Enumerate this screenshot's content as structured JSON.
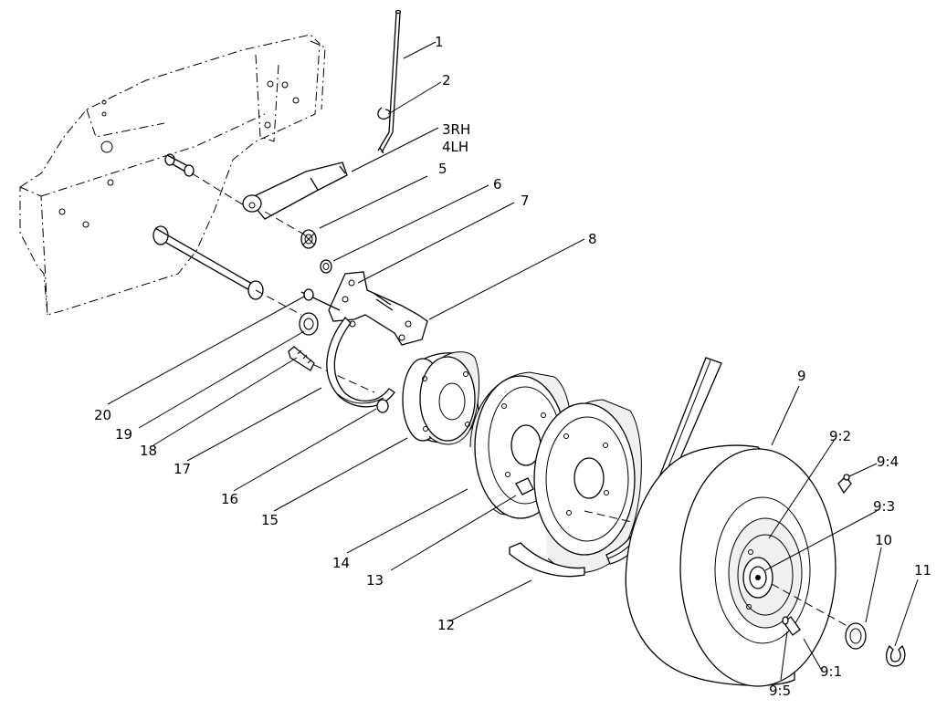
{
  "callouts": [
    {
      "id": "c1",
      "label": "1"
    },
    {
      "id": "c2",
      "label": "2"
    },
    {
      "id": "c3",
      "label": "3RH"
    },
    {
      "id": "c4",
      "label": "4LH"
    },
    {
      "id": "c5",
      "label": "5"
    },
    {
      "id": "c6",
      "label": "6"
    },
    {
      "id": "c7",
      "label": "7"
    },
    {
      "id": "c8",
      "label": "8"
    },
    {
      "id": "c9",
      "label": "9"
    },
    {
      "id": "c92",
      "label": "9:2"
    },
    {
      "id": "c94",
      "label": "9:4"
    },
    {
      "id": "c93",
      "label": "9:3"
    },
    {
      "id": "c10",
      "label": "10"
    },
    {
      "id": "c11",
      "label": "11"
    },
    {
      "id": "c20",
      "label": "20"
    },
    {
      "id": "c19",
      "label": "19"
    },
    {
      "id": "c18",
      "label": "18"
    },
    {
      "id": "c17",
      "label": "17"
    },
    {
      "id": "c16",
      "label": "16"
    },
    {
      "id": "c15",
      "label": "15"
    },
    {
      "id": "c14",
      "label": "14"
    },
    {
      "id": "c13",
      "label": "13"
    },
    {
      "id": "c12",
      "label": "12"
    },
    {
      "id": "c95",
      "label": "9:5"
    },
    {
      "id": "c91",
      "label": "9:1"
    }
  ]
}
